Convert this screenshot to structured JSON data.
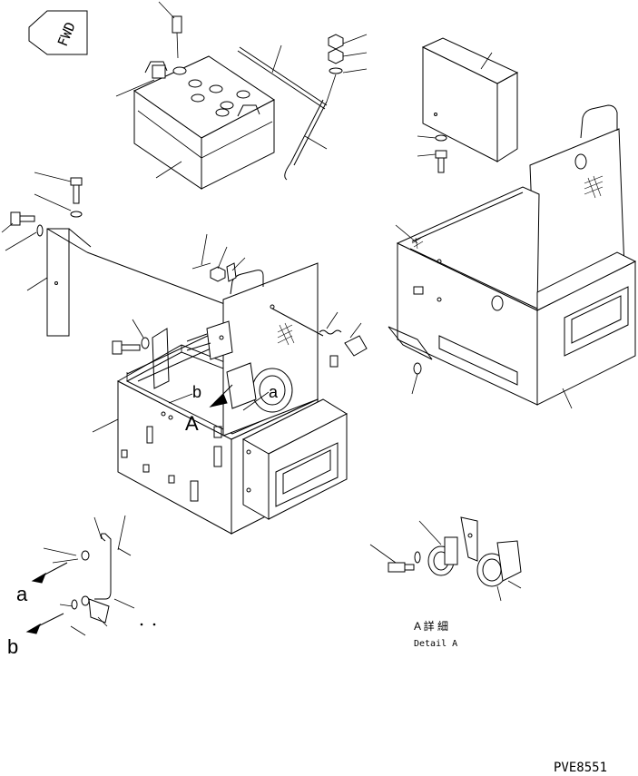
{
  "fwd_tag": "FWD",
  "view_callouts": {
    "a_small": "a",
    "b_small": "b",
    "A_large": "A"
  },
  "connection_labels": {
    "a": "a",
    "b": "b"
  },
  "detail_caption": {
    "japanese": "A 詳 細",
    "english": "Detail A"
  },
  "drawing_code": "PVE8551"
}
